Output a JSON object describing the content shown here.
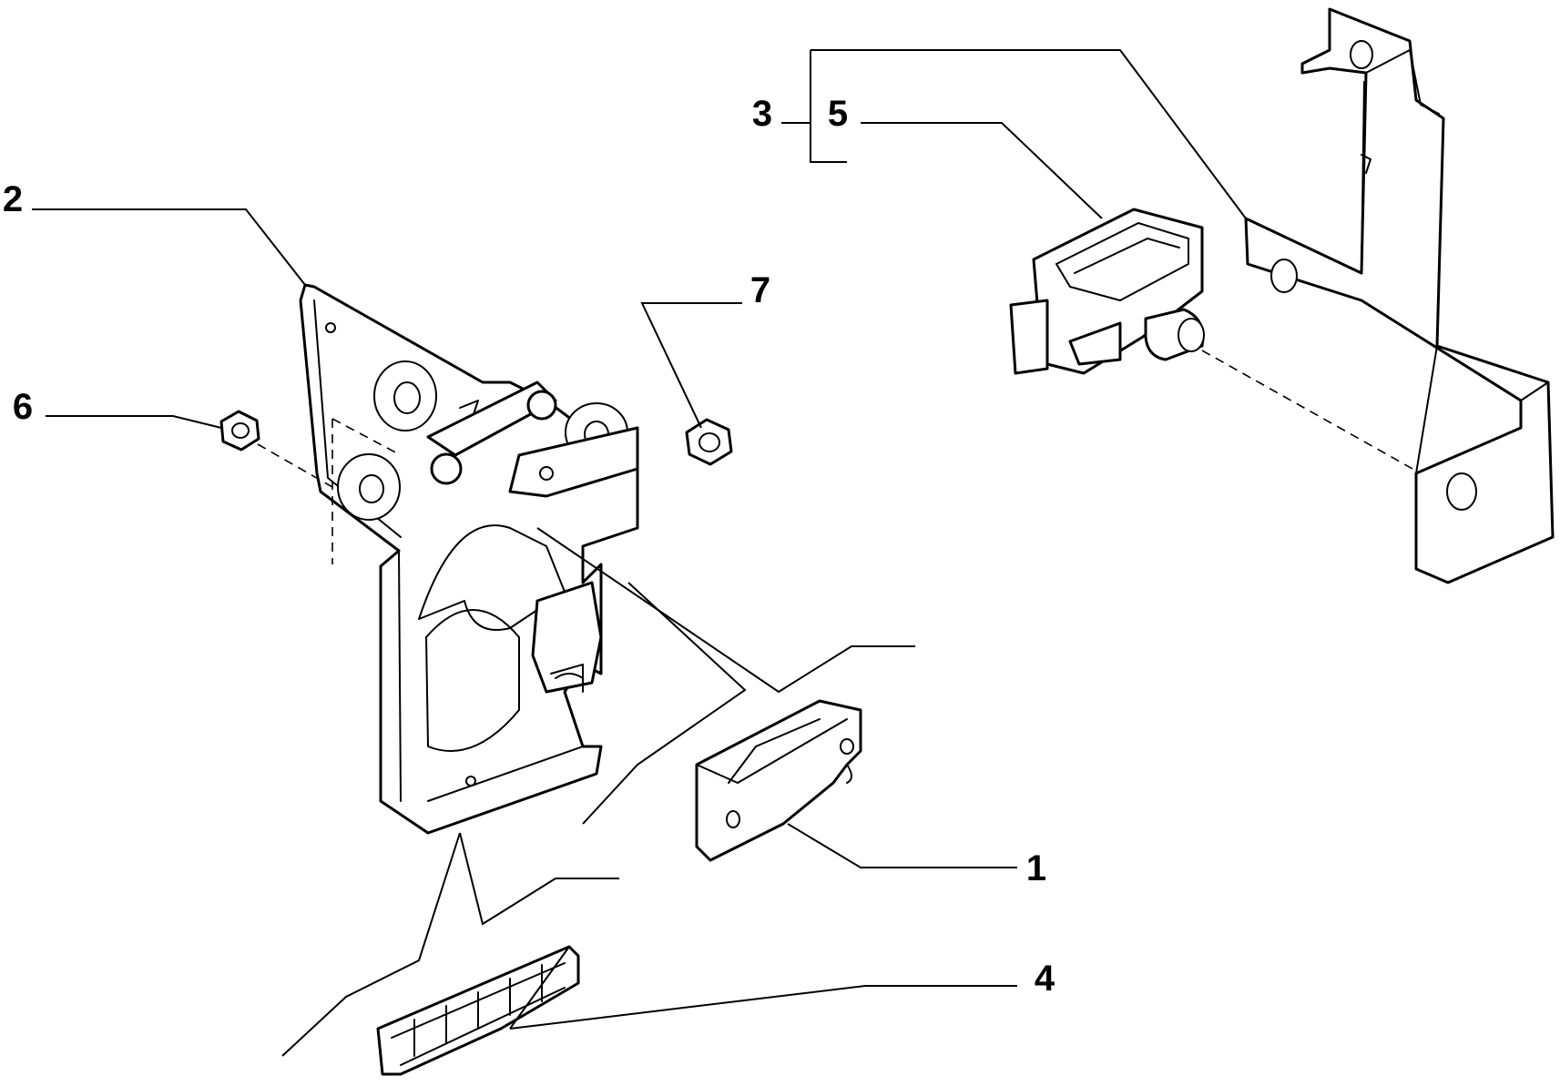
{
  "callouts": [
    {
      "id": "1",
      "label": "1"
    },
    {
      "id": "2",
      "label": "2"
    },
    {
      "id": "3",
      "label": "3"
    },
    {
      "id": "4",
      "label": "4"
    },
    {
      "id": "5",
      "label": "5"
    },
    {
      "id": "6",
      "label": "6"
    },
    {
      "id": "7",
      "label": "7"
    }
  ],
  "parts": [
    {
      "callout": "1",
      "kind": "small bracket"
    },
    {
      "callout": "2",
      "kind": "main mounting plate"
    },
    {
      "callout": "3",
      "kind": "assembly group (brackets)"
    },
    {
      "callout": "4",
      "kind": "hinge strip"
    },
    {
      "callout": "5",
      "kind": "sensor housing"
    },
    {
      "callout": "6",
      "kind": "nut"
    },
    {
      "callout": "7",
      "kind": "nut"
    }
  ]
}
